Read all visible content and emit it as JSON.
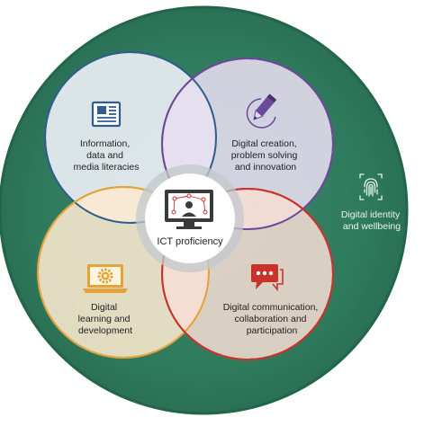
{
  "diagram": {
    "colors": {
      "outer_fill": "#2f7a5d",
      "outer_ring": "#22654b",
      "information": "#2f5d8c",
      "creation": "#6b4a9a",
      "communication": "#c8332b",
      "learning": "#e3a33a",
      "center_ring": "#b8bec4"
    },
    "outer_label": [
      "Digital identity",
      "and wellbeing"
    ],
    "outer_icon": "fingerprint-icon",
    "center": {
      "label": "ICT proficiency",
      "icon": "monitor-network-user-icon"
    },
    "circles": {
      "information": {
        "lines": [
          "Information,",
          "data and",
          "media literacies"
        ],
        "icon": "document-icon"
      },
      "creation": {
        "lines": [
          "Digital creation,",
          "problem solving",
          "and innovation"
        ],
        "icon": "pencil-icon"
      },
      "learning": {
        "lines": [
          "Digital",
          "learning and",
          "development"
        ],
        "icon": "laptop-gear-icon"
      },
      "communication": {
        "lines": [
          "Digital communication,",
          "collaboration and",
          "participation"
        ],
        "icon": "chat-bubble-icon"
      }
    }
  }
}
